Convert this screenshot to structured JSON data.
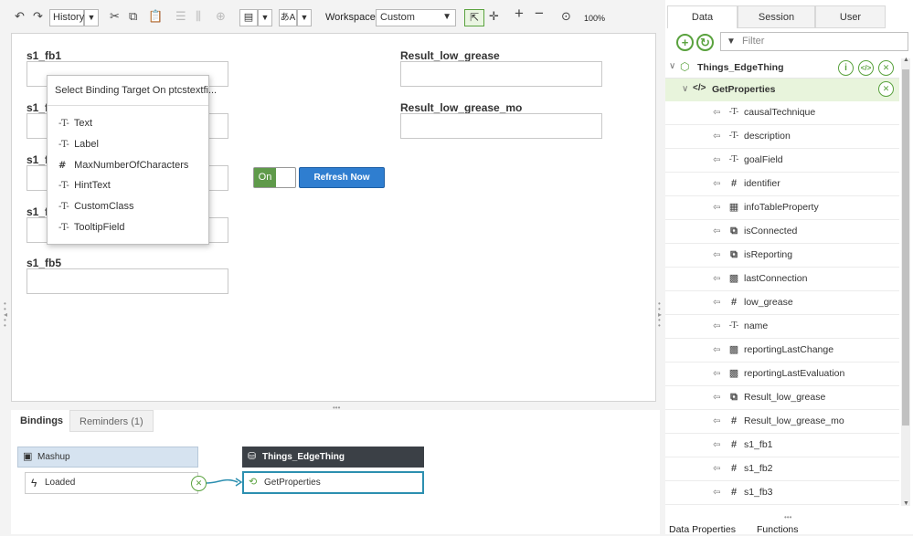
{
  "toolbar": {
    "history_label": "History",
    "workspace_label": "Workspace",
    "workspace_value": "Custom",
    "zoom": "100%"
  },
  "canvas": {
    "fields": [
      {
        "label": "s1_fb1"
      },
      {
        "label": "s1_f"
      },
      {
        "label": "s1_f"
      },
      {
        "label": "s1_f"
      },
      {
        "label": "s1_fb5"
      }
    ],
    "results": [
      {
        "label": "Result_low_grease"
      },
      {
        "label": "Result_low_grease_mo"
      }
    ],
    "toggle_label": "On",
    "refresh_label": "Refresh Now"
  },
  "popup": {
    "title": "Select Binding Target On ptcstextfi...",
    "items": [
      {
        "icon": "text-icon",
        "label": "Text"
      },
      {
        "icon": "text-icon",
        "label": "Label"
      },
      {
        "icon": "number-icon",
        "label": "MaxNumberOfCharacters"
      },
      {
        "icon": "text-icon",
        "label": "HintText"
      },
      {
        "icon": "text-icon",
        "label": "CustomClass"
      },
      {
        "icon": "text-icon",
        "label": "TooltipField"
      }
    ]
  },
  "bottom": {
    "tabs": [
      "Bindings",
      "Reminders (1)"
    ],
    "mashup_label": "Mashup",
    "event_label": "Loaded",
    "thing_label": "Things_EdgeThing",
    "service_label": "GetProperties"
  },
  "right": {
    "tabs": [
      "Data",
      "Session",
      "User"
    ],
    "filter_placeholder": "Filter",
    "thing_name": "Things_EdgeThing",
    "service_name": "GetProperties",
    "properties": [
      {
        "icon": "text-icon",
        "name": "causalTechnique"
      },
      {
        "icon": "text-icon",
        "name": "description"
      },
      {
        "icon": "text-icon",
        "name": "goalField"
      },
      {
        "icon": "number-icon",
        "name": "identifier"
      },
      {
        "icon": "infotable-icon",
        "name": "infoTableProperty"
      },
      {
        "icon": "boolean-icon",
        "name": "isConnected"
      },
      {
        "icon": "boolean-icon",
        "name": "isReporting"
      },
      {
        "icon": "datetime-icon",
        "name": "lastConnection"
      },
      {
        "icon": "number-icon",
        "name": "low_grease"
      },
      {
        "icon": "text-icon",
        "name": "name"
      },
      {
        "icon": "datetime-icon",
        "name": "reportingLastChange"
      },
      {
        "icon": "datetime-icon",
        "name": "reportingLastEvaluation"
      },
      {
        "icon": "boolean-icon",
        "name": "Result_low_grease"
      },
      {
        "icon": "number-icon",
        "name": "Result_low_grease_mo"
      },
      {
        "icon": "number-icon",
        "name": "s1_fb1"
      },
      {
        "icon": "number-icon",
        "name": "s1_fb2"
      },
      {
        "icon": "number-icon",
        "name": "s1_fb3"
      }
    ],
    "bottom_tabs": [
      "Data Properties",
      "Functions"
    ]
  },
  "colors": {
    "accent_green": "#5aa23e",
    "button_blue": "#2f7ed0",
    "thing_header": "#3b4046",
    "selected_border": "#2c8fb0"
  }
}
